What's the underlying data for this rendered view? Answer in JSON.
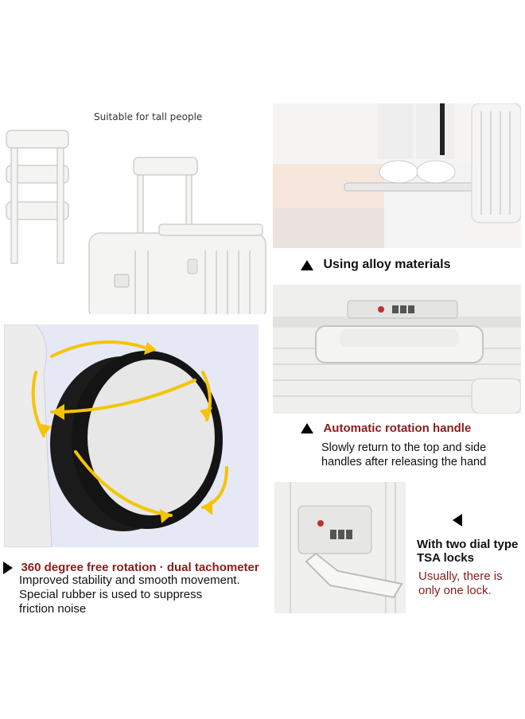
{
  "panels": {
    "tall_people_caption": "Suitable for tall people",
    "alloy_label": "Using alloy materials",
    "rotation_handle": {
      "title": "Automatic rotation handle",
      "desc_line1": "Slowly return to the top and side",
      "desc_line2": "handles  after releasing the hand"
    },
    "wheels": {
      "title": "360 degree free rotation · dual tachometer",
      "line1": "Improved stability and smooth movement.",
      "line2": "Special rubber is used to suppress",
      "line3": "friction noise"
    },
    "locks": {
      "title_line1": "With two dial type",
      "title_line2": "TSA locks",
      "note_line1": "Usually, there is",
      "note_line2": "only one lock."
    }
  },
  "colors": {
    "accent_red": "#8b1c1c",
    "arrow_yellow": "#f5c400",
    "suitcase_white": "#f2f2f0"
  }
}
